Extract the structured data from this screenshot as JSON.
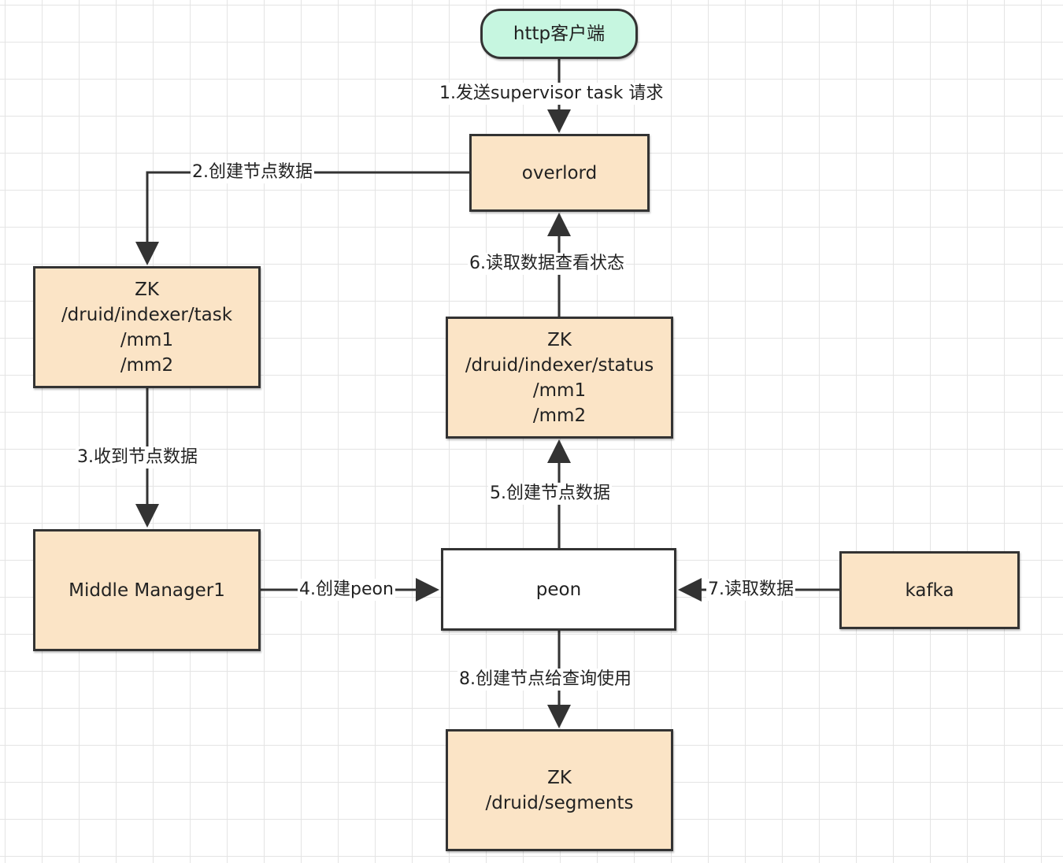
{
  "nodes": {
    "client": {
      "lines": [
        "http客户端"
      ]
    },
    "overlord": {
      "lines": [
        "overlord"
      ]
    },
    "zk_task": {
      "lines": [
        "ZK",
        "/druid/indexer/task",
        "/mm1",
        "/mm2"
      ]
    },
    "zk_status": {
      "lines": [
        "ZK",
        "/druid/indexer/status",
        "/mm1",
        "/mm2"
      ]
    },
    "middle_manager": {
      "lines": [
        "Middle Manager1"
      ]
    },
    "peon": {
      "lines": [
        "peon"
      ]
    },
    "kafka": {
      "lines": [
        "kafka"
      ]
    },
    "zk_segments": {
      "lines": [
        "ZK",
        "/druid/segments"
      ]
    }
  },
  "edges": {
    "e1": "1.发送supervisor task 请求",
    "e2": "2.创建节点数据",
    "e3": "3.收到节点数据",
    "e4": "4.创建peon",
    "e5": "5.创建节点数据",
    "e6": "6.读取数据查看状态",
    "e7": "7.读取数据",
    "e8": "8.创建节点给查询使用"
  },
  "colors": {
    "box_fill": "#fbe4c6",
    "client_fill": "#c6f6e0",
    "peon_fill": "#ffffff",
    "stroke": "#333333",
    "grid": "#e4e4e4"
  }
}
